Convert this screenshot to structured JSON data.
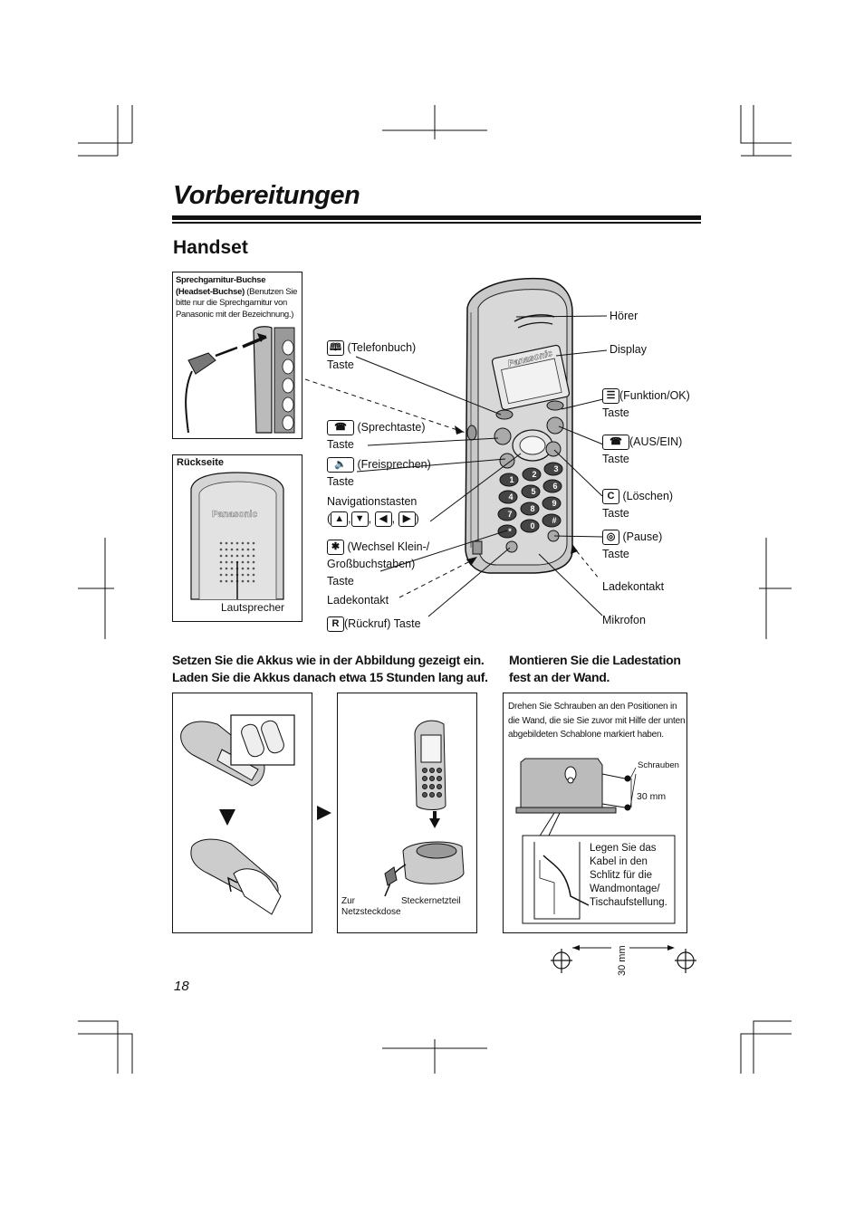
{
  "page": {
    "title": "Vorbereitungen",
    "section": "Handset",
    "page_number": "18"
  },
  "headset_box": {
    "bold": "Sprechgarnitur-Buchse (Headset-Buchse)",
    "text": " (Benutzen Sie bitte nur die Sprechgarnitur von Panasonic mit der Bezeichnung.)"
  },
  "rear_box": {
    "title": "Rückseite",
    "brand": "Panasonic",
    "speaker_label": "Lautsprecher"
  },
  "handset_brand": "Panasonic",
  "left_labels": {
    "phonebook": "(Telefonbuch)",
    "phonebook_taste": "Taste",
    "talk": "(Sprechtaste)",
    "talk_taste": "Taste",
    "speaker": "(Freisprechen)",
    "speaker_taste": "Taste",
    "nav": "Navigationstasten",
    "nav_open": "(",
    "nav_close": ")",
    "star_1": "(Wechsel Klein-/",
    "star_2": "Großbuchstaben)",
    "star_taste": "Taste",
    "charge": "Ladekontakt",
    "recall": "(Rückruf) Taste",
    "recall_key": "R"
  },
  "right_labels": {
    "receiver": "Hörer",
    "display": "Display",
    "function": "(Funktion/OK)",
    "function_taste": "Taste",
    "power": "(AUS/EIN)",
    "power_taste": "Taste",
    "clear": "(Löschen)",
    "clear_taste": "Taste",
    "clear_key": "C",
    "pause": "(Pause)",
    "pause_taste": "Taste",
    "charge": "Ladekontakt",
    "mic": "Mikrofon"
  },
  "battery": {
    "heading_1": "Setzen Sie die Akkus wie in der Abbildung gezeigt ein.",
    "heading_2": "Laden Sie die Akkus danach etwa 15 Stunden lang auf."
  },
  "charger": {
    "socket_1": "Zur",
    "socket_2": "Netzsteckdose",
    "plug": "Steckernetzteil"
  },
  "wall": {
    "heading_1": "Montieren Sie die Ladestation",
    "heading_2": "fest an der Wand.",
    "instructions": "Drehen Sie Schrauben an den Positionen in die Wand, die sie Sie zuvor mit Hilfe der unten abgebildeten Schablone markiert haben.",
    "screws": "Schrauben",
    "distance": "30 mm",
    "cable_1": "Legen Sie das",
    "cable_2": "Kabel in den",
    "cable_3": "Schlitz für die",
    "cable_4": "Wandmontage/",
    "cable_5": "Tischaufstellung.",
    "template_distance": "30 mm"
  }
}
